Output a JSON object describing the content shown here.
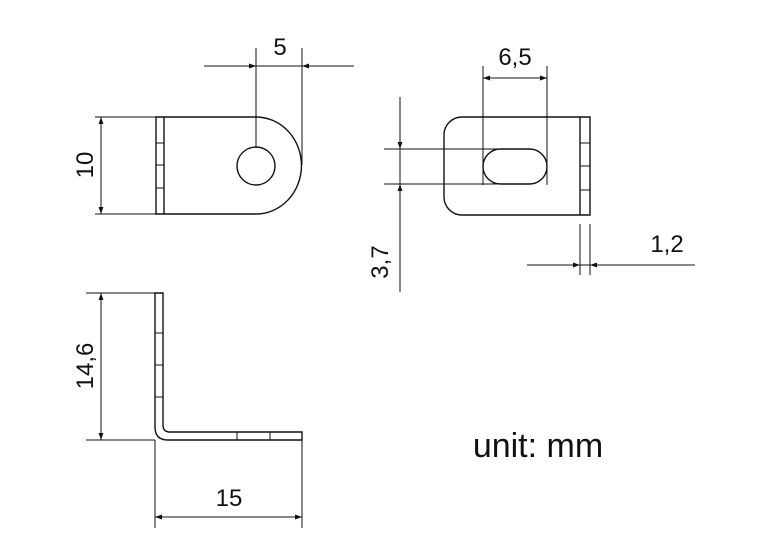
{
  "dimensions": {
    "top_width": "5",
    "left_height": "10",
    "slot_length": "6,5",
    "slot_width": "3,7",
    "thickness": "1,2",
    "side_height": "14,6",
    "side_length": "15"
  },
  "units_label": "unit: mm"
}
